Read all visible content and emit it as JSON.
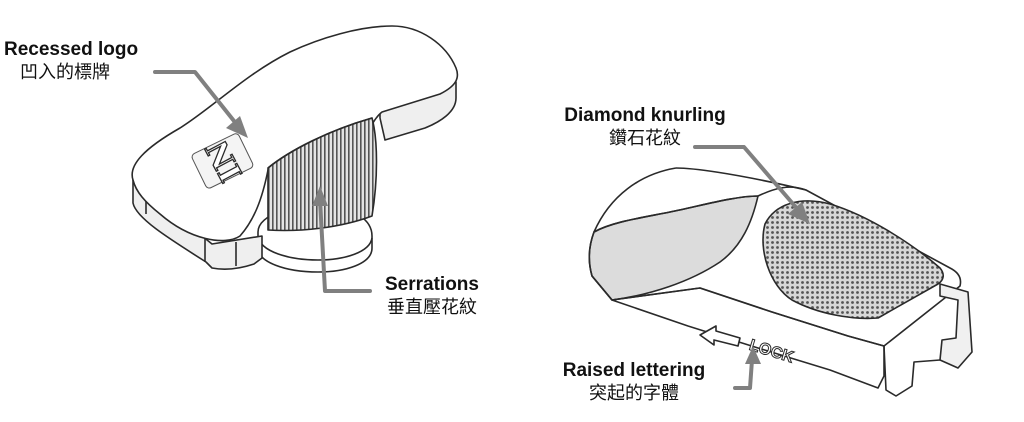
{
  "callouts": {
    "recessed_logo": {
      "en": "Recessed logo",
      "zh": "凹入的標牌"
    },
    "serrations": {
      "en": "Serrations",
      "zh": "垂直壓花紋"
    },
    "diamond_knurling": {
      "en": "Diamond knurling",
      "zh": "鑽石花紋"
    },
    "raised_lettering": {
      "en": "Raised lettering",
      "zh": "突起的字體"
    }
  },
  "part_markings": {
    "knob_logo": "IN",
    "slider_text": "LOCK"
  },
  "colors": {
    "line": "#2a2a2a",
    "leader": "#808080",
    "part_fill": "#ffffff",
    "shade": "#dcdcdc",
    "dark_shade": "#b0b0b0"
  }
}
